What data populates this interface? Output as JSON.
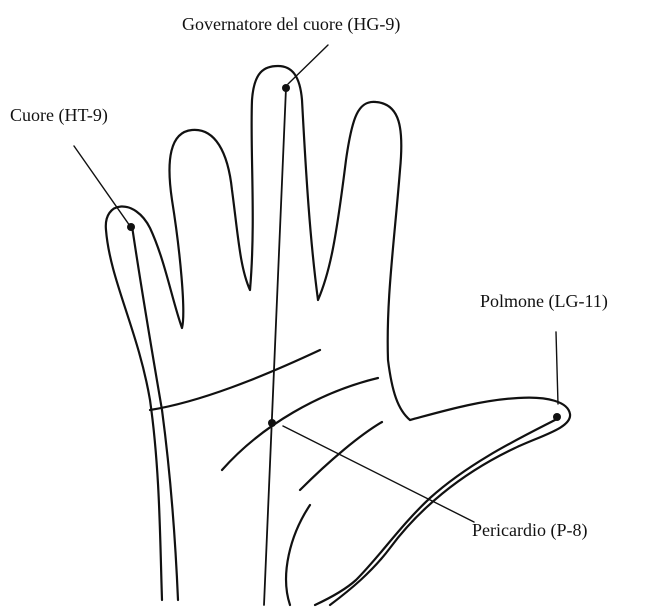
{
  "diagram": {
    "labels": {
      "heart_governor": "Governatore del cuore (HG-9)",
      "heart": "Cuore (HT-9)",
      "lung": "Polmone (LG-11)",
      "pericardium": "Pericardio (P-8)"
    },
    "colors": {
      "ink": "#111111",
      "background": "#ffffff"
    }
  }
}
